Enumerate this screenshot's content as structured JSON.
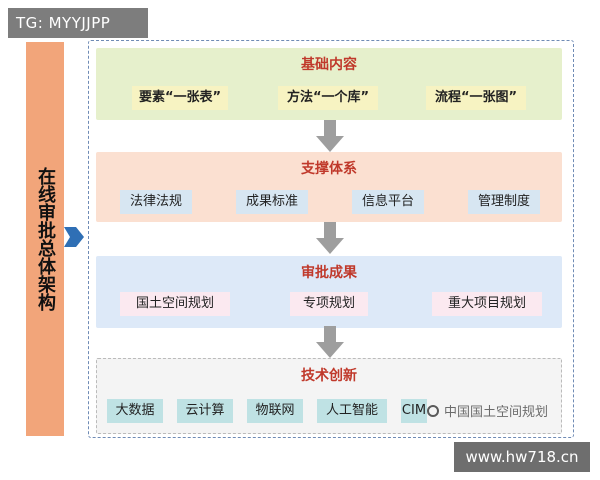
{
  "header_tag": "TG: MYYJJPP",
  "sidebar_title": "在线审批总体架构",
  "layers": [
    {
      "title": "基础内容",
      "items": [
        "要素“一张表”",
        "方法“一个库”",
        "流程“一张图”"
      ]
    },
    {
      "title": "支撑体系",
      "items": [
        "法律法规",
        "成果标准",
        "信息平台",
        "管理制度"
      ]
    },
    {
      "title": "审批成果",
      "items": [
        "国土空间规划",
        "专项规划",
        "重大项目规划"
      ]
    },
    {
      "title": "技术创新",
      "items": [
        "大数据",
        "云计算",
        "物联网",
        "人工智能",
        "CIM"
      ]
    }
  ],
  "watermark": "中国国土空间规划",
  "site_label": "www.hw718.cn",
  "colors": {
    "sidebar": "#f2a57a",
    "arrow_blue": "#2f6fb5",
    "arrow_gray": "#9e9e9e",
    "title_red": "#c0392b"
  }
}
